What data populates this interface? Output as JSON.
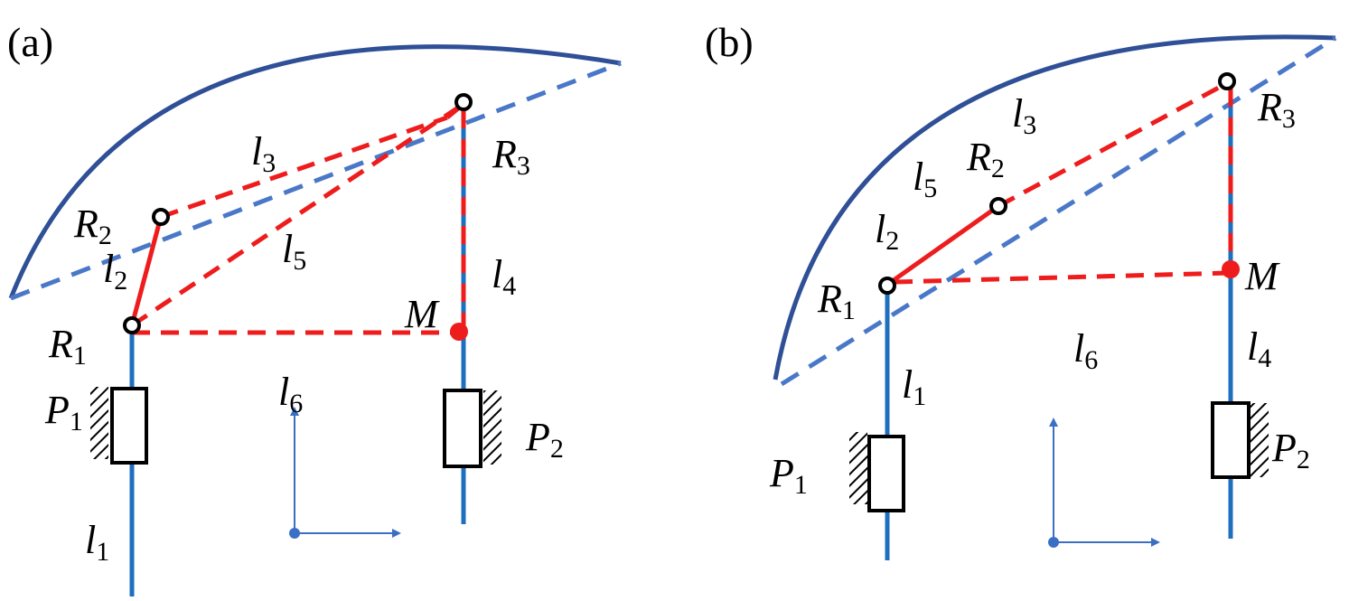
{
  "panels": [
    {
      "label": "(a)",
      "symbols": {
        "R1": {
          "base": "R",
          "sub": "1"
        },
        "R2": {
          "base": "R",
          "sub": "2"
        },
        "R3": {
          "base": "R",
          "sub": "3"
        },
        "M": {
          "base": "M",
          "sub": ""
        },
        "P1": {
          "base": "P",
          "sub": "1"
        },
        "P2": {
          "base": "P",
          "sub": "2"
        },
        "l1": {
          "base": "l",
          "sub": "1"
        },
        "l2": {
          "base": "l",
          "sub": "2"
        },
        "l3": {
          "base": "l",
          "sub": "3"
        },
        "l4": {
          "base": "l",
          "sub": "4"
        },
        "l5": {
          "base": "l",
          "sub": "5"
        },
        "l6": {
          "base": "l",
          "sub": "6"
        }
      }
    },
    {
      "label": "(b)",
      "symbols": {
        "R1": {
          "base": "R",
          "sub": "1"
        },
        "R2": {
          "base": "R",
          "sub": "2"
        },
        "R3": {
          "base": "R",
          "sub": "3"
        },
        "M": {
          "base": "M",
          "sub": ""
        },
        "P1": {
          "base": "P",
          "sub": "1"
        },
        "P2": {
          "base": "P",
          "sub": "2"
        },
        "l1": {
          "base": "l",
          "sub": "1"
        },
        "l2": {
          "base": "l",
          "sub": "2"
        },
        "l3": {
          "base": "l",
          "sub": "3"
        },
        "l4": {
          "base": "l",
          "sub": "4"
        },
        "l5": {
          "base": "l",
          "sub": "5"
        },
        "l6": {
          "base": "l",
          "sub": "6"
        }
      }
    }
  ],
  "colors": {
    "arc": "#2f4f96",
    "blue_link": "#1f6fbf",
    "red_link": "#ee1c1c",
    "axis": "#3a6fc4"
  }
}
